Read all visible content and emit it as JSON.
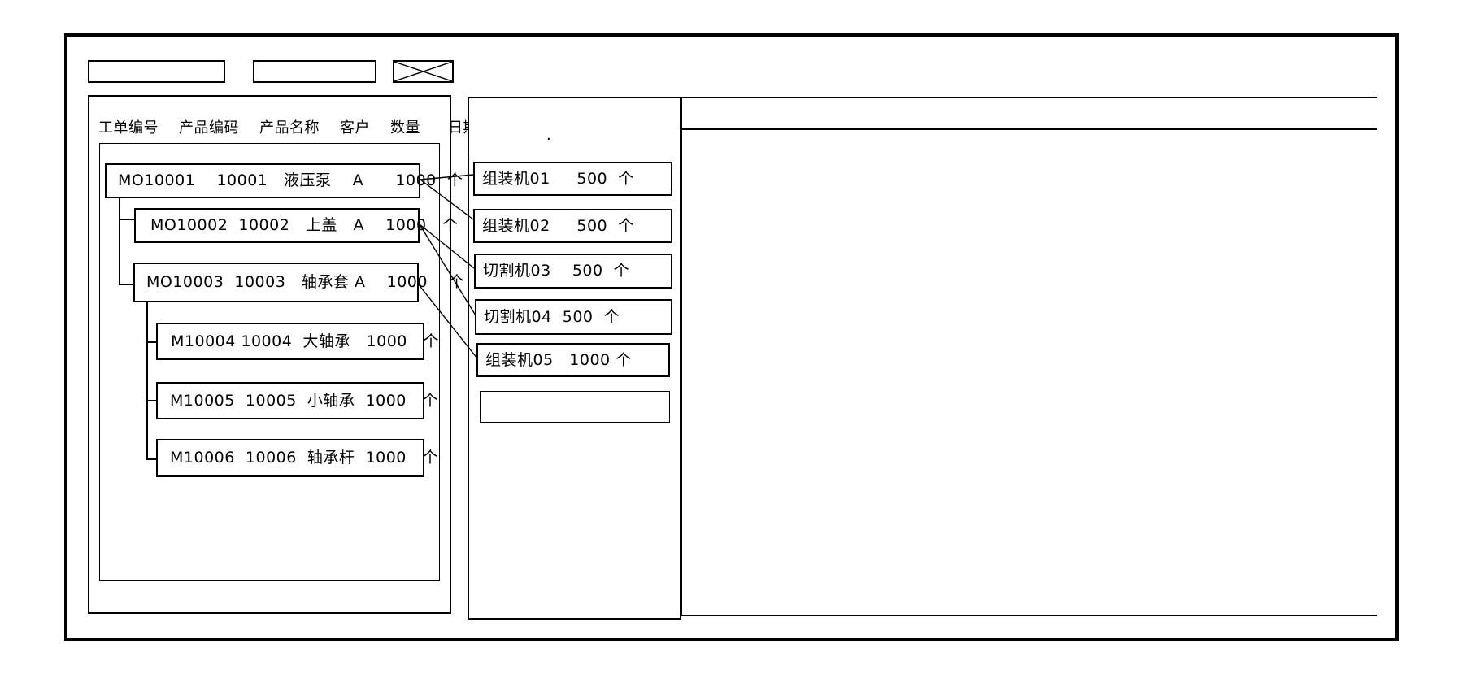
{
  "colors": {
    "line": "#000000",
    "background": "#ffffff"
  },
  "toolbar": {
    "field1_value": "",
    "field2_value": ""
  },
  "order_panel": {
    "columns": [
      "工单编号",
      "产品编码",
      "产品名称",
      "客户",
      "数量",
      "日期"
    ],
    "orders": [
      {
        "order_no": "MO10001",
        "product_code": "10001",
        "product_name": "液压泵",
        "customer": "A",
        "qty": "1000",
        "unit": "个",
        "text": "MO10001    10001   液压泵    A      1000  个"
      },
      {
        "order_no": "MO10002",
        "product_code": "10002",
        "product_name": "上盖",
        "customer": "A",
        "qty": "1000",
        "unit": "个",
        "text": "MO10002  10002   上盖   A    1000   个"
      },
      {
        "order_no": "MO10003",
        "product_code": "10003",
        "product_name": "轴承套",
        "customer": "A",
        "qty": "1000",
        "unit": "个",
        "text": "MO10003  10003   轴承套 A    1000    个"
      },
      {
        "order_no": "M10004",
        "product_code": "10004",
        "product_name": "大轴承",
        "customer": "",
        "qty": "1000",
        "unit": "个",
        "text": "M10004 10004  大轴承   1000   个"
      },
      {
        "order_no": "M10005",
        "product_code": "10005",
        "product_name": "小轴承",
        "customer": "",
        "qty": "1000",
        "unit": "个",
        "text": "M10005  10005  小轴承  1000   个"
      },
      {
        "order_no": "M10006",
        "product_code": "10006",
        "product_name": "轴承杆",
        "customer": "",
        "qty": "1000",
        "unit": "个",
        "text": "M10006  10006  轴承杆  1000   个"
      }
    ]
  },
  "machine_panel": {
    "stray_dot": ".",
    "machines": [
      {
        "name": "组装机01",
        "qty": "500",
        "unit": "个",
        "text": "组装机01     500  个"
      },
      {
        "name": "组装机02",
        "qty": "500",
        "unit": "个",
        "text": "组装机02     500  个"
      },
      {
        "name": "切割机03",
        "qty": "500",
        "unit": "个",
        "text": "切割机03    500  个"
      },
      {
        "name": "切割机04",
        "qty": "500",
        "unit": "个",
        "text": "切割机04  500  个"
      },
      {
        "name": "组装机05",
        "qty": "1000",
        "unit": "个",
        "text": "组装机05   1000 个"
      },
      {
        "name": "",
        "qty": "",
        "unit": "",
        "text": ""
      }
    ]
  },
  "detail_panel": {
    "content": ""
  }
}
